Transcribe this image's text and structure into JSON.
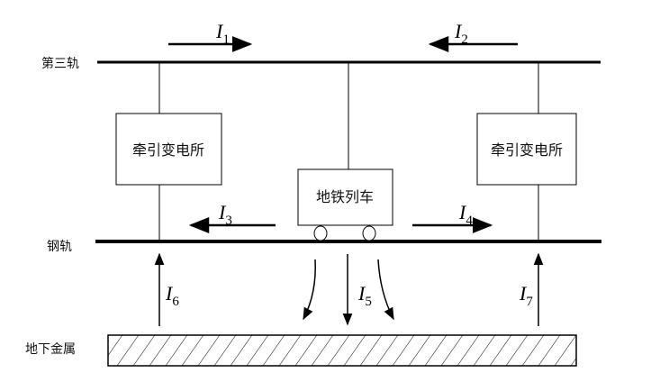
{
  "labels": {
    "third_rail": "第三轨",
    "running_rail": "钢轨",
    "buried_metal": "地下金属",
    "substation_left": "牵引变电所",
    "substation_right": "牵引变电所",
    "train": "地铁列车"
  },
  "currents": [
    {
      "symbol": "I",
      "sub": "1"
    },
    {
      "symbol": "I",
      "sub": "2"
    },
    {
      "symbol": "I",
      "sub": "3"
    },
    {
      "symbol": "I",
      "sub": "4"
    },
    {
      "symbol": "I",
      "sub": "5"
    },
    {
      "symbol": "I",
      "sub": "6"
    },
    {
      "symbol": "I",
      "sub": "7"
    }
  ]
}
